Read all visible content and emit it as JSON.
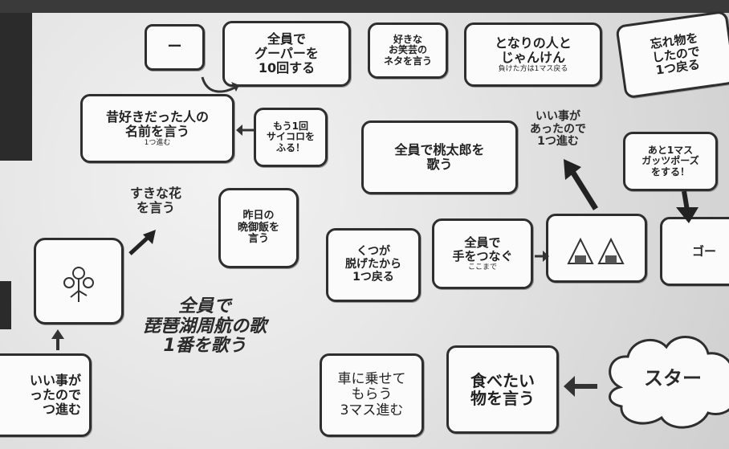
{
  "squares": {
    "gupa": [
      "全員で",
      "グーパーを",
      "10回する"
    ],
    "neta": [
      "好きな",
      "お笑芸の",
      "ネタを言う"
    ],
    "janken": [
      "となりの人と",
      "じゃんけん"
    ],
    "janken_note": "負けた方は1マス戻る",
    "wasure": [
      "忘れ物を",
      "したので",
      "1つ戻る"
    ],
    "sukidatta": [
      "昔好きだった人の",
      "名前を言う"
    ],
    "sukidatta_note": "1つ進む",
    "saikoro": [
      "もう1回",
      "サイコロを",
      "ふる！"
    ],
    "momotaro": [
      "全員で桃太郎を",
      "歌う"
    ],
    "iikoto_top": [
      "いい事が",
      "あったので",
      "1つ進む"
    ],
    "kappo": [
      "あと1マス",
      "ガッツポーズ",
      "をする！"
    ],
    "sukina_hana": [
      "すきな花",
      "を言う"
    ],
    "yuuhan": [
      "昨日の",
      "晩御飯を",
      "言う"
    ],
    "kutsu": [
      "くつが",
      "脱げたから",
      "1つ戻る"
    ],
    "te": [
      "全員で",
      "手をつなぐ"
    ],
    "te_note": "ここまで",
    "goal": "ゴー",
    "biwako": [
      "全員で",
      "琵琶湖周航の歌",
      "1番を歌う"
    ],
    "iikoto_bottom": [
      "いい事が",
      "ったので",
      "つ進む"
    ],
    "kuruma": [
      "車に乗せて",
      "もらう",
      "3マス進む"
    ],
    "tabetai": [
      "食べたい",
      "物を言う"
    ],
    "start": "スター"
  }
}
